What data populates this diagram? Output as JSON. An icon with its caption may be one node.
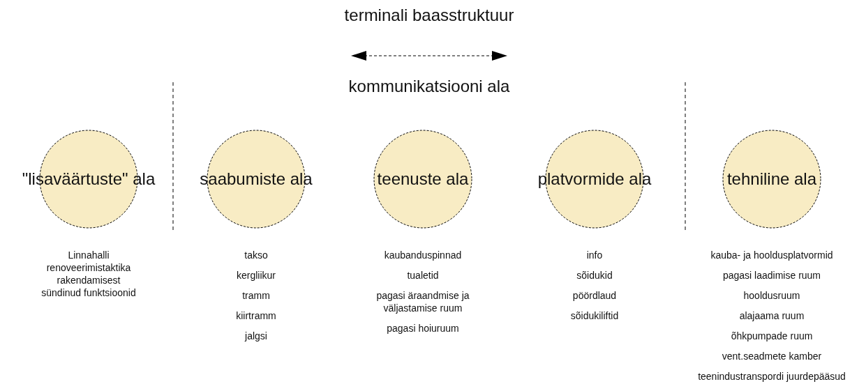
{
  "diagram": {
    "title": "terminali baasstruktuur",
    "nodes": [
      {
        "text": [
          "\"lisaväärtuste\" ala"
        ],
        "beside": [
          "Linnahalli renoveerimistaktika rakendamisest sündinud funktsioonid"
        ]
      },
      {
        "text": [
          "saabumiste ala"
        ],
        "beside": [
          "takso",
          "kergliikur",
          "tramm",
          "kiirtramm",
          "jalgsi"
        ]
      },
      {
        "text": [
          "teenuste ala"
        ],
        "beside": [
          "kaubanduspinnad",
          "tualetid",
          "pagasi äraandmise ja väljastamise ruum",
          "pagasi hoiuruum"
        ]
      },
      {
        "text": [
          "platvormide ala"
        ],
        "beside": [
          "info",
          "sõidukid",
          "pöördlaud",
          "sõidukiliftid"
        ]
      },
      {
        "text": [
          "tehniline ala"
        ],
        "beside": [
          "kauba- ja hooldusplatvormid",
          "pagasi laadimise ruum",
          "hooldusruum",
          "alajaama ruum",
          "õhkpumpade ruum",
          "vent.seadmete kamber",
          "teenindustranspordi juurdepääsud"
        ]
      }
    ],
    "labels": [
      "kommunikatsiooni ala"
    ]
  }
}
